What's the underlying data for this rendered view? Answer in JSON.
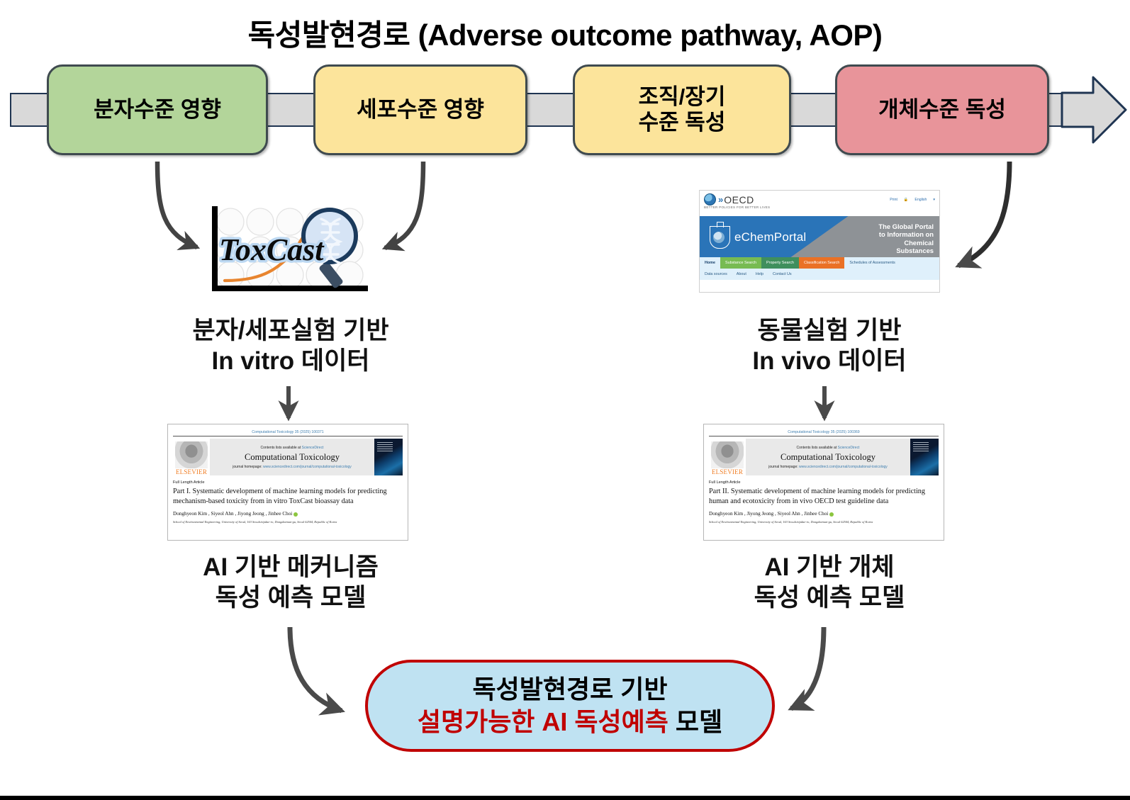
{
  "title": "독성발현경로 (Adverse outcome pathway, AOP)",
  "aop": {
    "boxes": [
      {
        "label": "분자수준 영향",
        "color": "#b3d59a"
      },
      {
        "label": "세포수준 영향",
        "color": "#fce49b"
      },
      {
        "label": "조직/장기\n수준 독성",
        "color": "#fce49b"
      },
      {
        "label": "개체수준 독성",
        "color": "#e8949a"
      }
    ],
    "band_color": "#d9d9d9",
    "band_border": "#1f3552"
  },
  "toxcast": {
    "wordmark": "ToxCast"
  },
  "echemportal": {
    "org": "OECD",
    "tagline": "BETTER POLICIES FOR BETTER LIVES",
    "utility": [
      "Print",
      "English"
    ],
    "brand": "eChemPortal",
    "slogan": "The Global Portal\nto Information on\nChemical\nSubstances",
    "nav": [
      "Home",
      "Substance Search",
      "Property Search",
      "Classification Search",
      "Schedules of Assessments"
    ],
    "subnav": [
      "Data sources",
      "About",
      "Help",
      "Contact Us"
    ]
  },
  "captions": {
    "in_vitro": "분자/세포실험 기반\nIn vitro 데이터",
    "in_vivo": "동물실험 기반\nIn vivo 데이터",
    "model_left": "AI 기반 메커니즘\n독성 예측 모델",
    "model_right": "AI 기반 개체\n독성 예측 모델"
  },
  "papers": [
    {
      "runhead": "Computational Toxicology 35 (2025) 100371",
      "publisher": "ELSEVIER",
      "contents_prefix": "Contents lists available at ",
      "contents_link": "ScienceDirect",
      "journal": "Computational Toxicology",
      "homepage_prefix": "journal homepage: ",
      "homepage_link": "www.sciencedirect.com/journal/computational-toxicology",
      "article_type": "Full Length Article",
      "title": "Part I. Systematic development of machine learning models for predicting mechanism-based toxicity from in vitro ToxCast bioassay data",
      "authors": "Donghyeon Kim , Siyeol Ahn , Jiyong Jeong , Jinhee Choi",
      "affiliation": "School of Environmental Engineering, University of Seoul, 163 Seoulsiripdae-ro, Dongdaemun-gu, Seoul 02504, Republic of Korea"
    },
    {
      "runhead": "Computational Toxicology 35 (2025) 100369",
      "publisher": "ELSEVIER",
      "contents_prefix": "Contents lists available at ",
      "contents_link": "ScienceDirect",
      "journal": "Computational Toxicology",
      "homepage_prefix": "journal homepage: ",
      "homepage_link": "www.sciencedirect.com/journal/computational-toxicology",
      "article_type": "Full Length Article",
      "title": "Part II. Systematic development of machine learning models for predicting human and ecotoxicity from in vivo OECD test guideline data",
      "authors": "Donghyeon Kim , Jiyong Jeong , Siyeol Ahn , Jinhee Choi",
      "affiliation": "School of Environmental Engineering, University of Seoul, 163 Seoulsiripdae-ro, Dongdaemun-gu, Seoul 02504, Republic of Korea"
    }
  ],
  "result": {
    "line1": "독성발현경로 기반",
    "line2_highlight": "설명가능한 AI 독성예측",
    "line2_tail": " 모델",
    "highlight_color": "#c00000",
    "fill_color": "#bfe2f2",
    "border_color": "#c00000"
  }
}
